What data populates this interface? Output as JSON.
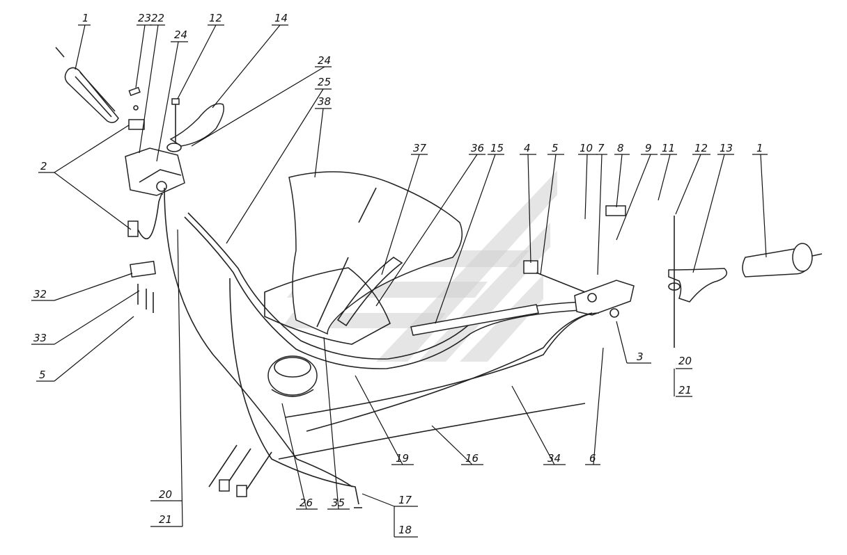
{
  "callouts": [
    {
      "id": "c1a",
      "text": "1"
    },
    {
      "id": "c23",
      "text": "23"
    },
    {
      "id": "c22",
      "text": "22"
    },
    {
      "id": "c24a",
      "text": "24"
    },
    {
      "id": "c12a",
      "text": "12"
    },
    {
      "id": "c14",
      "text": "14"
    },
    {
      "id": "c24b",
      "text": "24"
    },
    {
      "id": "c25",
      "text": "25"
    },
    {
      "id": "c38",
      "text": "38"
    },
    {
      "id": "c37",
      "text": "37"
    },
    {
      "id": "c36",
      "text": "36"
    },
    {
      "id": "c15",
      "text": "15"
    },
    {
      "id": "c4",
      "text": "4"
    },
    {
      "id": "c5a",
      "text": "5"
    },
    {
      "id": "c10",
      "text": "10"
    },
    {
      "id": "c7",
      "text": "7"
    },
    {
      "id": "c8",
      "text": "8"
    },
    {
      "id": "c9",
      "text": "9"
    },
    {
      "id": "c11",
      "text": "11"
    },
    {
      "id": "c12b",
      "text": "12"
    },
    {
      "id": "c13",
      "text": "13"
    },
    {
      "id": "c1b",
      "text": "1"
    },
    {
      "id": "c2",
      "text": "2"
    },
    {
      "id": "c32",
      "text": "32"
    },
    {
      "id": "c33",
      "text": "33"
    },
    {
      "id": "c5b",
      "text": "5"
    },
    {
      "id": "c3",
      "text": "3"
    },
    {
      "id": "c20a",
      "text": "20"
    },
    {
      "id": "c21a",
      "text": "21"
    },
    {
      "id": "c6",
      "text": "6"
    },
    {
      "id": "c34",
      "text": "34"
    },
    {
      "id": "c16",
      "text": "16"
    },
    {
      "id": "c19",
      "text": "19"
    },
    {
      "id": "c17",
      "text": "17"
    },
    {
      "id": "c18",
      "text": "18"
    },
    {
      "id": "c35",
      "text": "35"
    },
    {
      "id": "c26",
      "text": "26"
    },
    {
      "id": "c20b",
      "text": "20"
    },
    {
      "id": "c21b",
      "text": "21"
    }
  ]
}
